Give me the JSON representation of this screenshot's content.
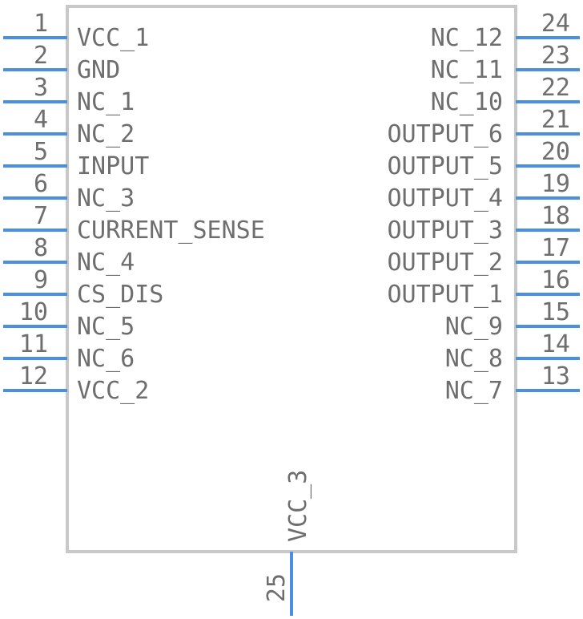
{
  "symbol": {
    "left_pins": [
      {
        "number": "1",
        "label": "VCC_1"
      },
      {
        "number": "2",
        "label": "GND"
      },
      {
        "number": "3",
        "label": "NC_1"
      },
      {
        "number": "4",
        "label": "NC_2"
      },
      {
        "number": "5",
        "label": "INPUT"
      },
      {
        "number": "6",
        "label": "NC_3"
      },
      {
        "number": "7",
        "label": "CURRENT_SENSE"
      },
      {
        "number": "8",
        "label": "NC_4"
      },
      {
        "number": "9",
        "label": "CS_DIS"
      },
      {
        "number": "10",
        "label": "NC_5"
      },
      {
        "number": "11",
        "label": "NC_6"
      },
      {
        "number": "12",
        "label": "VCC_2"
      }
    ],
    "right_pins": [
      {
        "number": "24",
        "label": "NC_12"
      },
      {
        "number": "23",
        "label": "NC_11"
      },
      {
        "number": "22",
        "label": "NC_10"
      },
      {
        "number": "21",
        "label": "OUTPUT_6"
      },
      {
        "number": "20",
        "label": "OUTPUT_5"
      },
      {
        "number": "19",
        "label": "OUTPUT_4"
      },
      {
        "number": "18",
        "label": "OUTPUT_3"
      },
      {
        "number": "17",
        "label": "OUTPUT_2"
      },
      {
        "number": "16",
        "label": "OUTPUT_1"
      },
      {
        "number": "15",
        "label": "NC_9"
      },
      {
        "number": "14",
        "label": "NC_8"
      },
      {
        "number": "13",
        "label": "NC_7"
      }
    ],
    "bottom_pins": [
      {
        "number": "25",
        "label": "VCC_3"
      }
    ]
  },
  "colors": {
    "pin_line": "#4a8fe0",
    "body_outline": "#c8c8c8",
    "text": "#6e6e6e"
  }
}
